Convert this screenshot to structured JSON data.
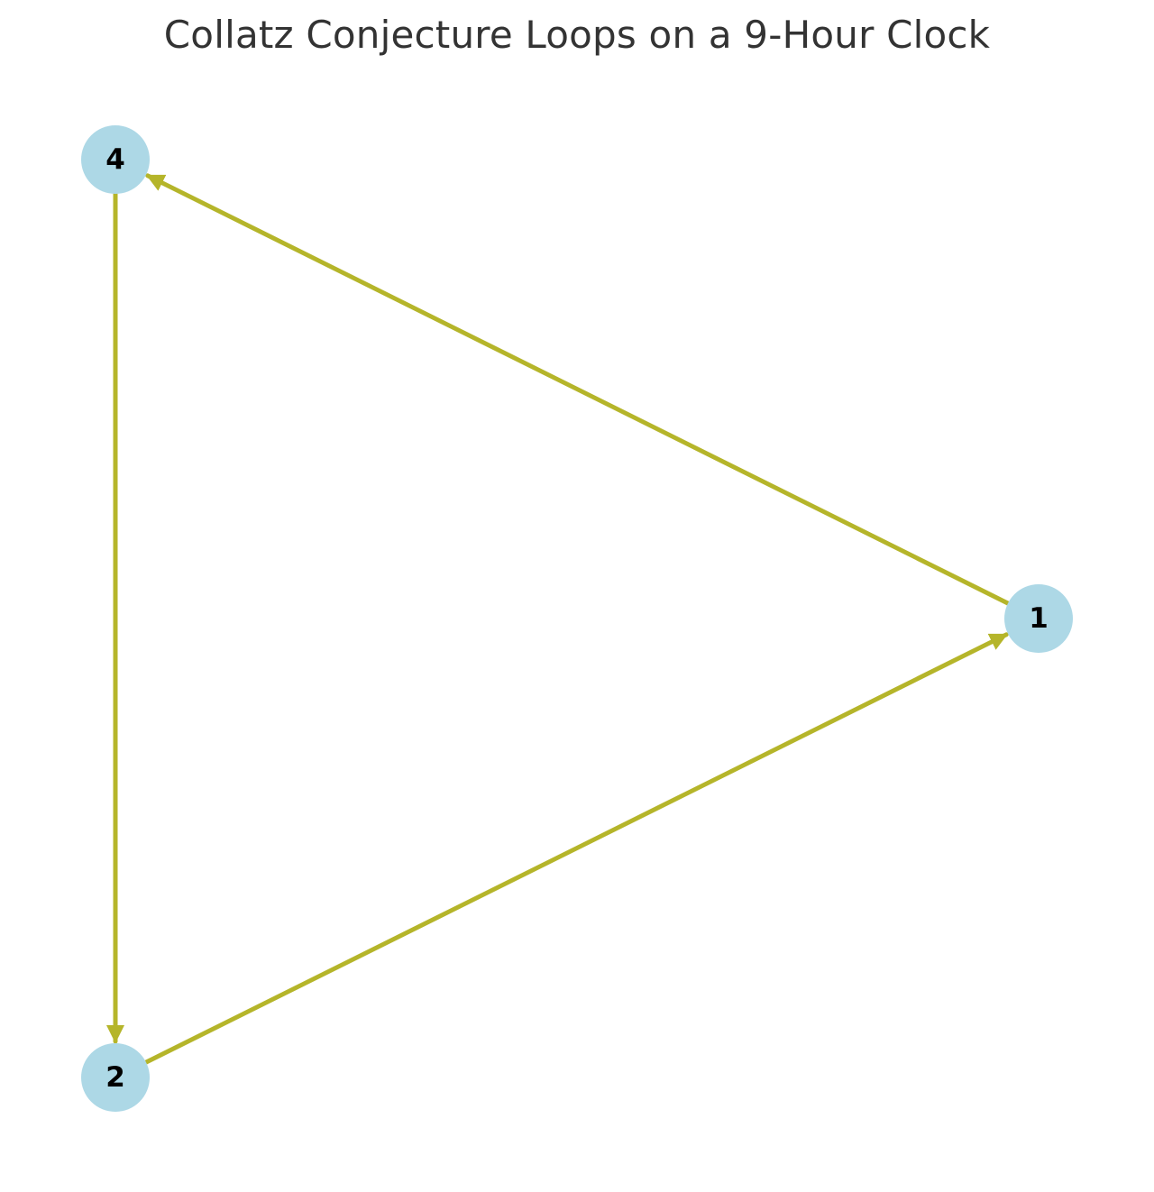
{
  "title": "Collatz Conjecture Loops on a 9-Hour Clock",
  "colors": {
    "node_fill": "#add8e6",
    "edge": "#b5b52a",
    "title_text": "#333333",
    "node_text": "#000000"
  },
  "nodes": [
    {
      "id": "n1",
      "label": "1"
    },
    {
      "id": "n2",
      "label": "2"
    },
    {
      "id": "n4",
      "label": "4"
    }
  ],
  "edges": [
    {
      "from": "n1",
      "to": "n4"
    },
    {
      "from": "n4",
      "to": "n2"
    },
    {
      "from": "n2",
      "to": "n1"
    }
  ]
}
